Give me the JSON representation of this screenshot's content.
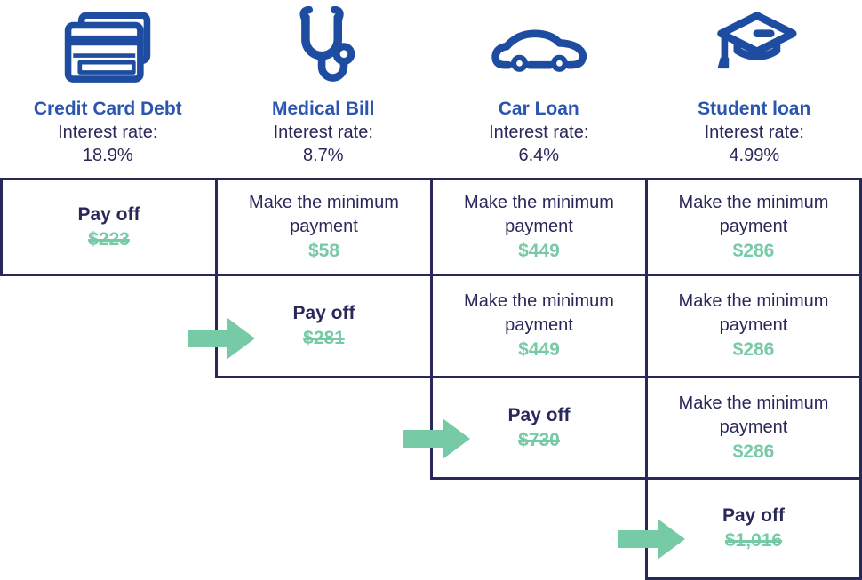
{
  "palette": {
    "icon_blue": "#1d4ca0",
    "title_blue": "#2a56b0",
    "navy": "#29285a",
    "green": "#76caa5"
  },
  "columns": [
    {
      "icon": "credit-card-icon",
      "title": "Credit Card Debt",
      "interest_label": "Interest rate:",
      "interest_rate": "18.9%"
    },
    {
      "icon": "stethoscope-icon",
      "title": "Medical Bill",
      "interest_label": "Interest rate:",
      "interest_rate": "8.7%"
    },
    {
      "icon": "car-icon",
      "title": "Car Loan",
      "interest_label": "Interest rate:",
      "interest_rate": "6.4%"
    },
    {
      "icon": "graduation-cap-icon",
      "title": "Student loan",
      "interest_label": "Interest rate:",
      "interest_rate": "4.99%"
    }
  ],
  "grid": {
    "rows": [
      {
        "cells": [
          {
            "kind": "payoff",
            "label": "Pay off",
            "amount": "$223",
            "struck": true
          },
          {
            "kind": "minimum",
            "label": "Make the minimum payment",
            "amount": "$58"
          },
          {
            "kind": "minimum",
            "label": "Make the minimum payment",
            "amount": "$449"
          },
          {
            "kind": "minimum",
            "label": "Make the minimum payment",
            "amount": "$286"
          }
        ]
      },
      {
        "arrow": "right-arrow",
        "cells": [
          {
            "kind": "payoff",
            "label": "Pay off",
            "amount": "$281",
            "struck": true
          },
          {
            "kind": "minimum",
            "label": "Make the minimum payment",
            "amount": "$449"
          },
          {
            "kind": "minimum",
            "label": "Make the minimum payment",
            "amount": "$286"
          }
        ]
      },
      {
        "arrow": "right-arrow",
        "cells": [
          {
            "kind": "payoff",
            "label": "Pay off",
            "amount": "$730",
            "struck": true
          },
          {
            "kind": "minimum",
            "label": "Make the minimum payment",
            "amount": "$286"
          }
        ]
      },
      {
        "arrow": "right-arrow",
        "cells": [
          {
            "kind": "payoff",
            "label": "Pay off",
            "amount": "$1,016",
            "struck": true
          }
        ]
      }
    ]
  }
}
